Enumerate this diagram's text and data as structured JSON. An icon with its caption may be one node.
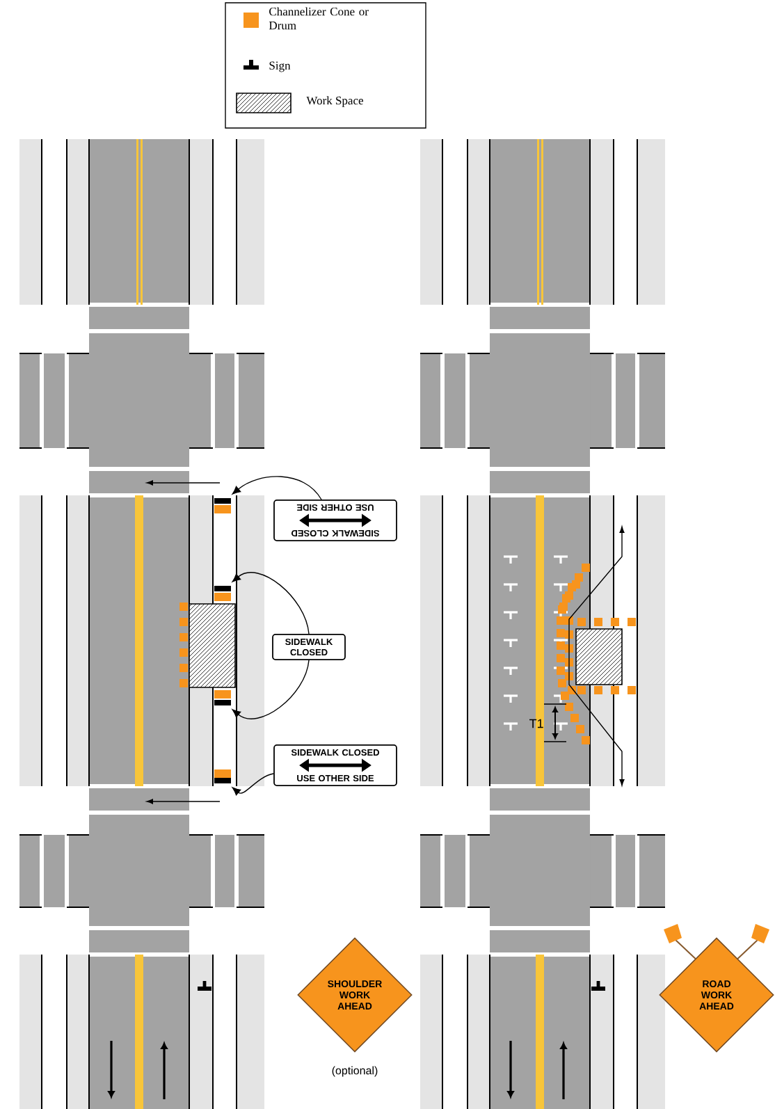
{
  "diagram": {
    "nodes": [
      {
        "text": [
          "SIDEWALK CLOSED",
          "USE OTHER SIDE"
        ]
      },
      {
        "text": [
          "SIDEWALK CLOSED"
        ]
      },
      {
        "text": [
          "SIDEWALK CLOSED",
          "USE OTHER SIDE"
        ]
      },
      {
        "text": [
          "SHOULDER WORK AHEAD"
        ],
        "beside": [
          "(optional)"
        ]
      },
      {
        "text": [
          "ROAD WORK AHEAD"
        ]
      },
      {
        "text": [],
        "shape": "bar"
      },
      {
        "text": [],
        "shape": "bar"
      },
      {
        "text": [],
        "shape": "bar"
      },
      {
        "text": [],
        "shape": "bar"
      }
    ],
    "edges": [
      {
        "from": 0,
        "to": 5,
        "arrow": "to"
      },
      {
        "from": 1,
        "to": 6,
        "arrow": "to"
      },
      {
        "from": 1,
        "to": 7,
        "arrow": "to"
      },
      {
        "from": 2,
        "to": 8,
        "arrow": "to"
      }
    ],
    "labels": [
      "T1"
    ],
    "legend": [
      {
        "text": "Channelizer Cone or Drum",
        "color": "#f7941d"
      },
      {
        "text": "Sign"
      },
      {
        "text": "Work Space"
      }
    ]
  }
}
